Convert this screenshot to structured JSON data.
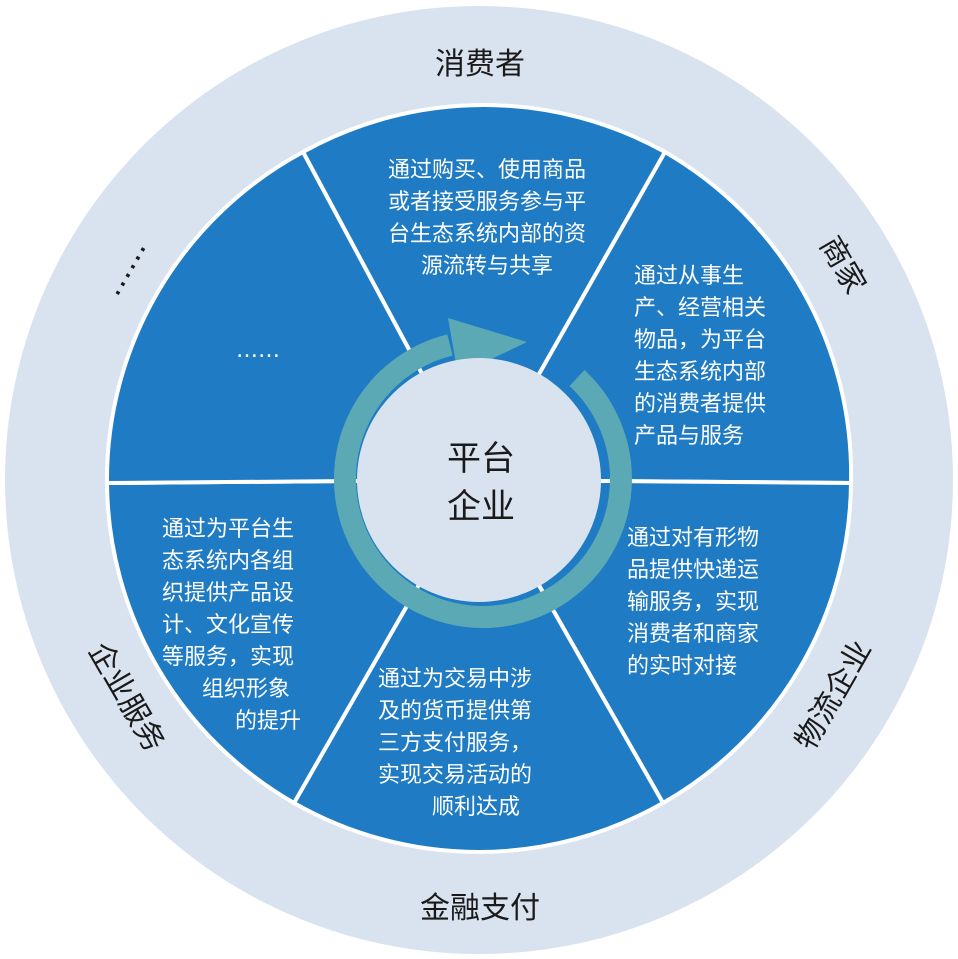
{
  "colors": {
    "outer_ring": "#d9e3f0",
    "segment": "#1f7bc3",
    "divider": "#ffffff",
    "arrow": "#5aa9b5",
    "center_fill": "#d9e3f0",
    "label_text": "#1a1a1a",
    "segment_text": "#ffffff"
  },
  "center": {
    "line1": "平台",
    "line2": "企业"
  },
  "outer_labels": {
    "top": "消费者",
    "upper_right": "商家",
    "lower_right": "物流企业",
    "bottom": "金融支付",
    "lower_left": "企业服务",
    "upper_left": "……"
  },
  "segments": {
    "consumer": [
      "通过购买、使用商品",
      "或者接受服务参与平",
      "台生态系统内部的资",
      "源流转与共享"
    ],
    "merchant": [
      "通过从事生",
      "产、经营相关",
      "物品，为平台",
      "生态系统内部",
      "的消费者提供",
      "产品与服务"
    ],
    "logistics": [
      "通过对有形物",
      "品提供快递运",
      "输服务，实现",
      "消费者和商家",
      "的实时对接"
    ],
    "finance": [
      "通过为交易中涉",
      "及的货币提供第",
      "三方支付服务，",
      "实现交易活动的",
      "顺利达成"
    ],
    "enterprise_service": [
      "通过为平台生",
      "态系统内各组",
      "织提供产品设",
      "计、文化宣传",
      "等服务，实现",
      "组织形象",
      "的提升"
    ],
    "other": [
      "……"
    ]
  }
}
